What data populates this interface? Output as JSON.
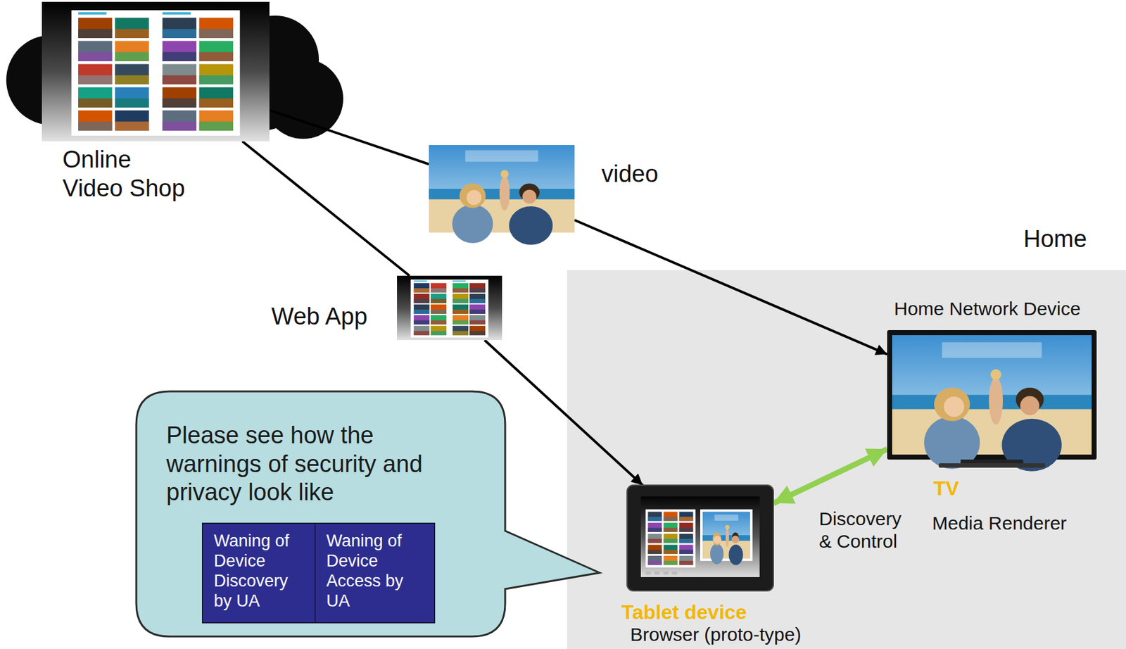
{
  "diagram": {
    "nodes": [
      {
        "text": [
          "Online Video Shop"
        ]
      },
      {
        "text": [
          "video"
        ]
      },
      {
        "text": [
          "Web App"
        ]
      },
      {
        "text": [
          "Home"
        ]
      },
      {
        "text": [
          "Home Network Device",
          "TV",
          "Media Renderer"
        ],
        "in": 3
      },
      {
        "text": [
          "Tablet device",
          "Browser (proto-type)"
        ],
        "in": 3
      },
      {
        "text": [
          "Please see how the warnings of security and privacy look like"
        ]
      },
      {
        "text": [
          "Waning of Device Discovery by UA"
        ],
        "in": 6
      },
      {
        "text": [
          "Waning of Device Access by UA"
        ],
        "in": 6
      }
    ],
    "edges": [
      {
        "from": 0,
        "to": 1,
        "arrow": "none"
      },
      {
        "from": 1,
        "to": 4,
        "arrow": "to"
      },
      {
        "from": 0,
        "to": 2,
        "arrow": "none"
      },
      {
        "from": 2,
        "to": 5,
        "arrow": "to"
      },
      {
        "from": 5,
        "to": 4,
        "arrow": "both",
        "label": "Discovery & Control"
      }
    ]
  }
}
